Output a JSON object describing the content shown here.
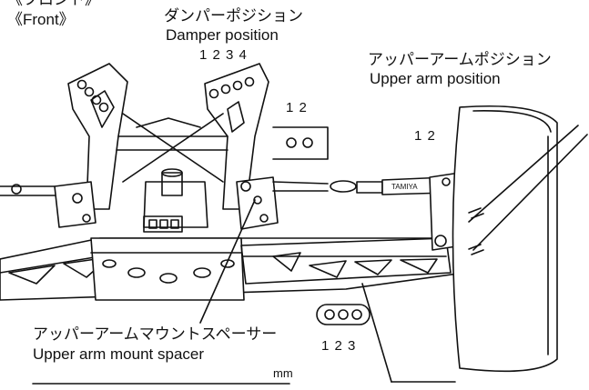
{
  "section": {
    "jp": "《フロント》",
    "en": "《Front》"
  },
  "damper": {
    "jp": "ダンパーポジション",
    "en": "Damper position",
    "numbers": "1 2 3 4"
  },
  "upper_arm": {
    "jp": "アッパーアームポジション",
    "en": "Upper arm position",
    "numbers_left": "1 2",
    "numbers_right": "1 2"
  },
  "spacer": {
    "jp": "アッパーアームマウントスペーサー",
    "en": "Upper arm mount spacer",
    "numbers": "1 2 3"
  },
  "unit": "mm"
}
